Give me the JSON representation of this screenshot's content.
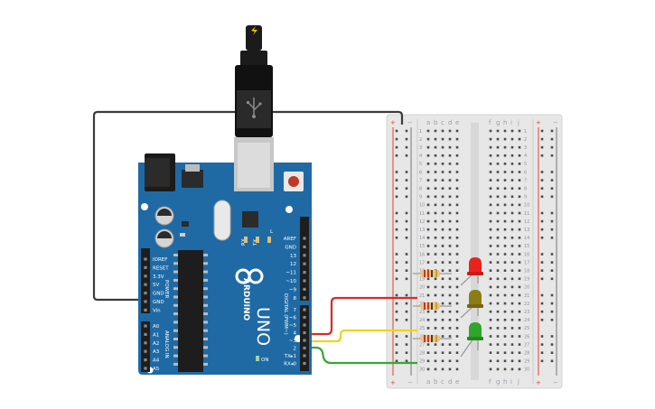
{
  "arduino": {
    "brand": "ARDUINO",
    "model": "UNO",
    "power_header_title": "POWER",
    "analog_header_title": "ANALOG IN",
    "digital_header_title": "DIGITAL (PWM~)",
    "on_label": "ON",
    "tx_label": "TX",
    "rx_label": "RX",
    "l_label": "L",
    "power_pins": [
      "IOREF",
      "RESET",
      "3.3V",
      "5V",
      "GND",
      "GND",
      "Vin"
    ],
    "analog_pins": [
      "A0",
      "A1",
      "A2",
      "A3",
      "A4",
      "A5"
    ],
    "digital_top_pins": [
      "AREF",
      "GND",
      "13",
      "12",
      "~11",
      "~10",
      "~9",
      "8"
    ],
    "digital_bottom_pins": [
      "7",
      "~6",
      "~5",
      "4",
      "~3",
      "2",
      "TX▸1",
      "RX◂0"
    ]
  },
  "usb_icon": "usb-icon",
  "breadboard": {
    "column_letters_left": [
      "a",
      "b",
      "c",
      "d",
      "e"
    ],
    "column_letters_right": [
      "f",
      "g",
      "h",
      "i",
      "j"
    ],
    "rail_plus": "+",
    "rail_minus": "−",
    "row_count": 30
  },
  "leds": [
    {
      "name": "red",
      "color": "#e8231d"
    },
    {
      "name": "yellow",
      "color": "#8c7c14"
    },
    {
      "name": "green",
      "color": "#2ea52b"
    }
  ],
  "wires": [
    {
      "name": "black-gnd",
      "color": "#3b3b3b"
    },
    {
      "name": "red-pin4",
      "color": "#d62c24"
    },
    {
      "name": "yellow-pin3",
      "color": "#f2d21a"
    },
    {
      "name": "green-pin2",
      "color": "#36a832"
    }
  ]
}
